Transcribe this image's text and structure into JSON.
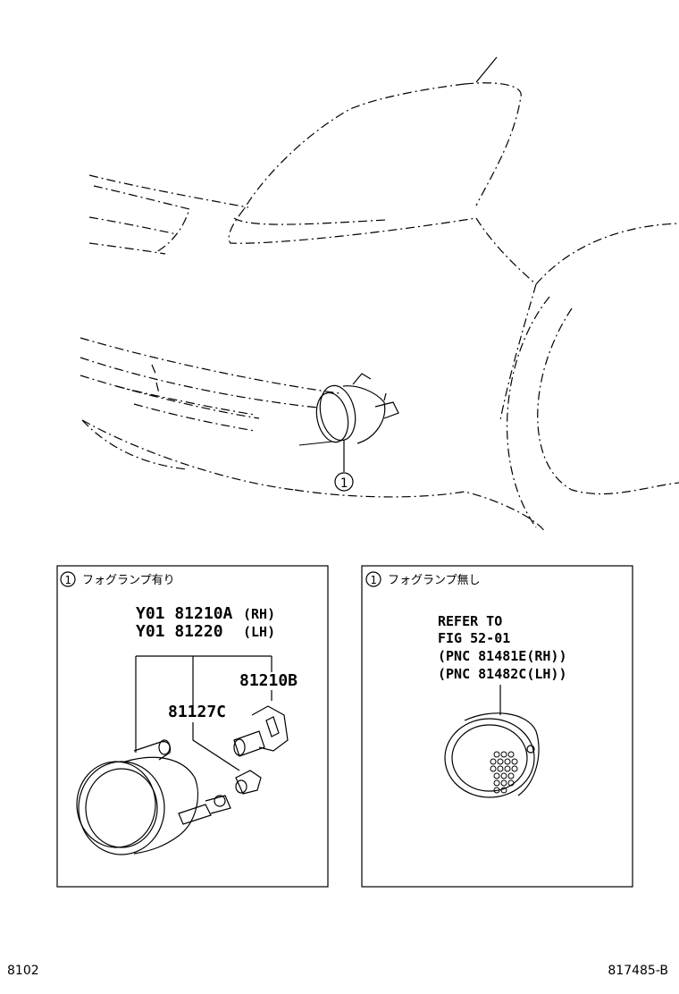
{
  "callout": {
    "number": "1"
  },
  "left_panel": {
    "callout_number": "1",
    "header": "フォグランプ有り",
    "part_rh": "Y01 81210A",
    "part_rh_side": "(RH)",
    "part_lh": "Y01 81220",
    "part_lh_side": "(LH)",
    "bulb_part": "81210B",
    "socket_part": "81127C"
  },
  "right_panel": {
    "callout_number": "1",
    "header": "フォグランプ無し",
    "line1": "REFER TO",
    "line2": "FIG 52-01",
    "line3": "(PNC 81481E(RH))",
    "line4": "(PNC 81482C(LH))"
  },
  "footer": {
    "left_code": "8102",
    "right_code": "817485-B"
  }
}
